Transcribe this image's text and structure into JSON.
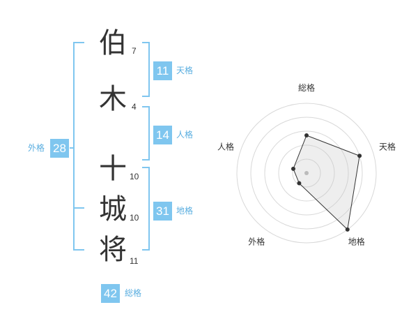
{
  "name": {
    "chars": [
      "伯",
      "木",
      "十",
      "城",
      "将"
    ],
    "strokes": [
      "7",
      "4",
      "10",
      "10",
      "11"
    ]
  },
  "fortune": {
    "tenkaku": {
      "label": "天格",
      "value": "11"
    },
    "jinkaku": {
      "label": "人格",
      "value": "14"
    },
    "chikaku": {
      "label": "地格",
      "value": "31"
    },
    "gaikaku": {
      "label": "外格",
      "value": "28"
    },
    "soukaku": {
      "label": "総格",
      "value": "42"
    }
  },
  "colors": {
    "accent": "#7fc6ef",
    "label": "#5aaee0",
    "text": "#333333"
  },
  "chart_data": {
    "type": "radar",
    "categories": [
      "総格",
      "天格",
      "地格",
      "外格",
      "人格"
    ],
    "values": [
      2.7,
      4.0,
      5.0,
      0.9,
      1.0
    ],
    "max": 5
  }
}
